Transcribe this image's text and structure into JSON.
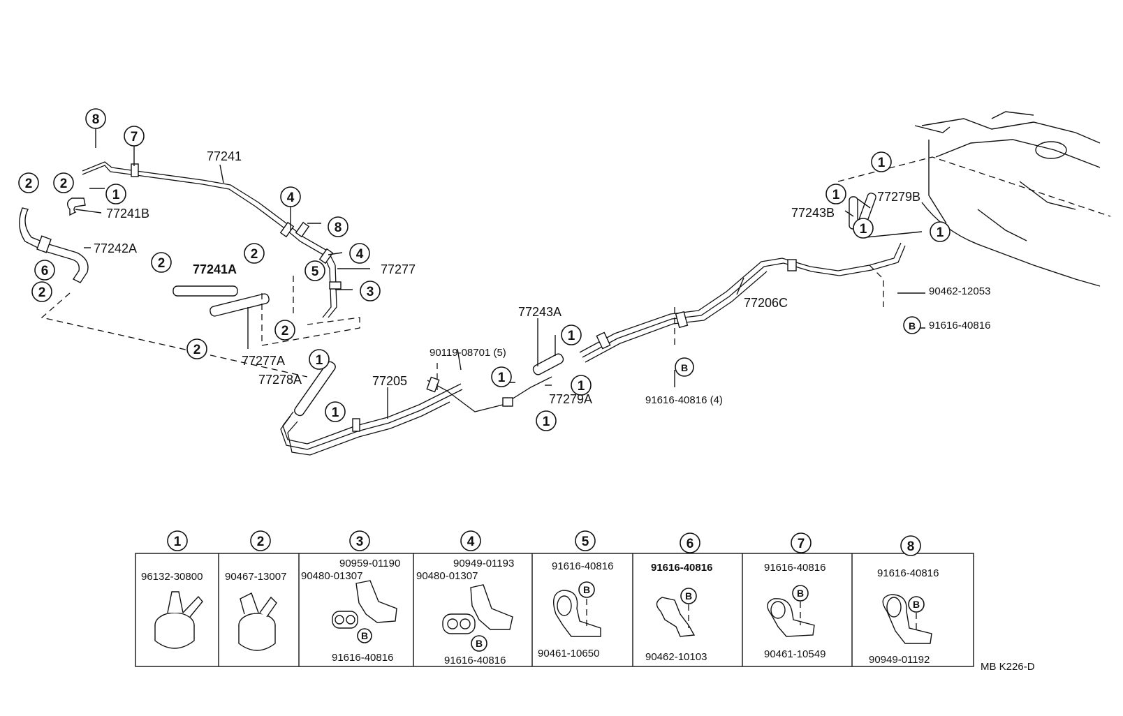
{
  "callouts": {
    "c1": "1",
    "c2": "2",
    "c3": "3",
    "c4": "4",
    "c5": "5",
    "c6": "6",
    "c7": "7",
    "c8": "8",
    "b": "B"
  },
  "labels": {
    "p77241": "77241",
    "p77241b": "77241B",
    "p77242a": "77242A",
    "p77241a": "77241A",
    "p77277": "77277",
    "p77277a": "77277A",
    "p77278a": "77278A",
    "p77205": "77205",
    "p9011908701": "90119-08701 (5)",
    "p77243a": "77243A",
    "p77279a": "77279A",
    "p9161640816x4": "91616-40816 (4)",
    "p77206c": "77206C",
    "p77243b": "77243B",
    "p77279b": "77279B",
    "p9046212053": "90462-12053",
    "p9161640816": "91616-40816"
  },
  "table": {
    "cells": [
      {
        "callout": "1",
        "parts": [
          "96132-30800"
        ]
      },
      {
        "callout": "2",
        "parts": [
          "90467-13007"
        ]
      },
      {
        "callout": "3",
        "parts": [
          "90959-01190",
          "90480-01307",
          "91616-40816"
        ]
      },
      {
        "callout": "4",
        "parts": [
          "90949-01193",
          "90480-01307",
          "91616-40816"
        ]
      },
      {
        "callout": "5",
        "parts": [
          "91616-40816",
          "90461-10650"
        ]
      },
      {
        "callout": "6",
        "parts": [
          "91616-40816",
          "90462-10103"
        ]
      },
      {
        "callout": "7",
        "parts": [
          "91616-40816",
          "90461-10549"
        ]
      },
      {
        "callout": "8",
        "parts": [
          "91616-40816",
          "90949-01192"
        ]
      }
    ]
  },
  "footer": {
    "code": "MB  K226-D"
  }
}
